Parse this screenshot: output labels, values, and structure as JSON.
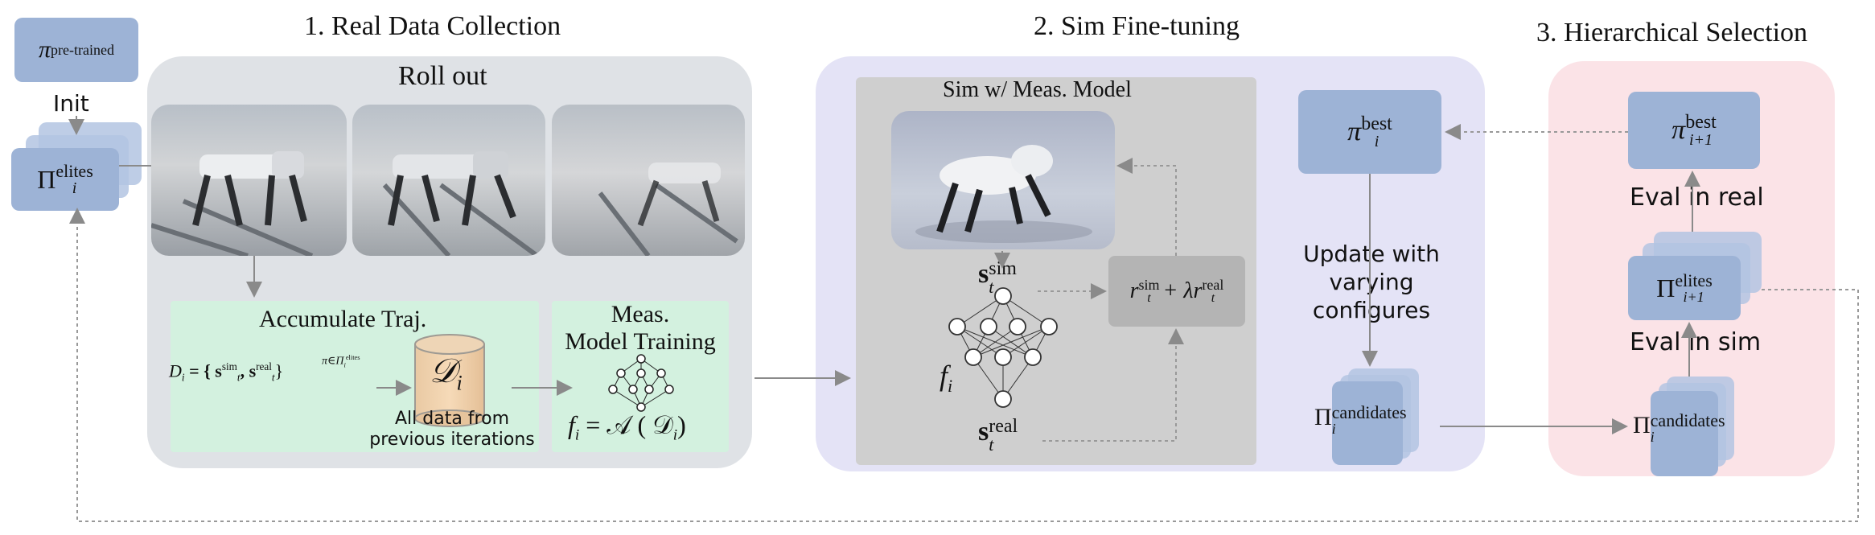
{
  "sections": {
    "real": "1. Real Data Collection",
    "sim": "2. Sim Fine-tuning",
    "select": "3. Hierarchical Selection"
  },
  "left": {
    "pretrained": "π",
    "pretrained_sup": "pre-trained",
    "init_label": "Init",
    "elites": "Π",
    "elites_sup": "elites",
    "elites_sub": "i"
  },
  "real_panel": {
    "rollout_label": "Roll out",
    "accumulate_label": "Accumulate Traj.",
    "dataset_formula_lhs": "D",
    "dataset_formula_lhs_sub": "i",
    "dataset_formula_body": "= { s",
    "s_sim_sup": "sim",
    "s_sim_sub": "t",
    "s_real_sup": "real",
    "s_real_sub": "t",
    "formula_cond": "π∈Π",
    "formula_cond_sub": "i",
    "formula_cond_sup": "elites",
    "cylinder_symbol": "𝒟",
    "cylinder_sub": "i",
    "all_data_label_1": "All data from",
    "all_data_label_2": "previous iterations",
    "meas_training_label_1": "Meas.",
    "meas_training_label_2": "Model Training",
    "meas_formula": "f",
    "meas_formula_sub": "i",
    "meas_formula_rhs": "= 𝒜 ( 𝒟",
    "meas_formula_rhs_sub": "i",
    "meas_formula_close": ")"
  },
  "sim_panel": {
    "sim_box_label": "Sim w/ Meas. Model",
    "s_sim": "s",
    "s_sim_sup": "sim",
    "s_sim_sub": "t",
    "s_real": "s",
    "s_real_sup": "real",
    "s_real_sub": "t",
    "f_label": "f",
    "f_sub": "i",
    "reward_r": "r",
    "reward_r_sup": "sim",
    "reward_r_sub": "t",
    "reward_plus": "+ λr",
    "reward_r2_sup": "real",
    "reward_r2_sub": "t",
    "best": "π",
    "best_sup": "best",
    "best_sub": "i",
    "update_1": "Update with",
    "update_2": "varying",
    "update_3": "configures",
    "candidates": "Π",
    "candidates_sup": "candidates",
    "candidates_sub": "i"
  },
  "select_panel": {
    "best": "π",
    "best_sup": "best",
    "best_sub": "i+1",
    "eval_real": "Eval in real",
    "elites": "Π",
    "elites_sup": "elites",
    "elites_sub": "i+1",
    "eval_sim": "Eval in sim",
    "candidates": "Π",
    "candidates_sup": "candidates",
    "candidates_sub": "i"
  },
  "colors": {
    "real_panel": "#dfe2e6",
    "sim_panel": "#e4e3f6",
    "select_panel": "#fbe3e7",
    "green": "#d3f1df",
    "blue_box": "#9db3d6",
    "sim_box": "#cfcfcf",
    "reward_box": "#b4b4b4"
  }
}
